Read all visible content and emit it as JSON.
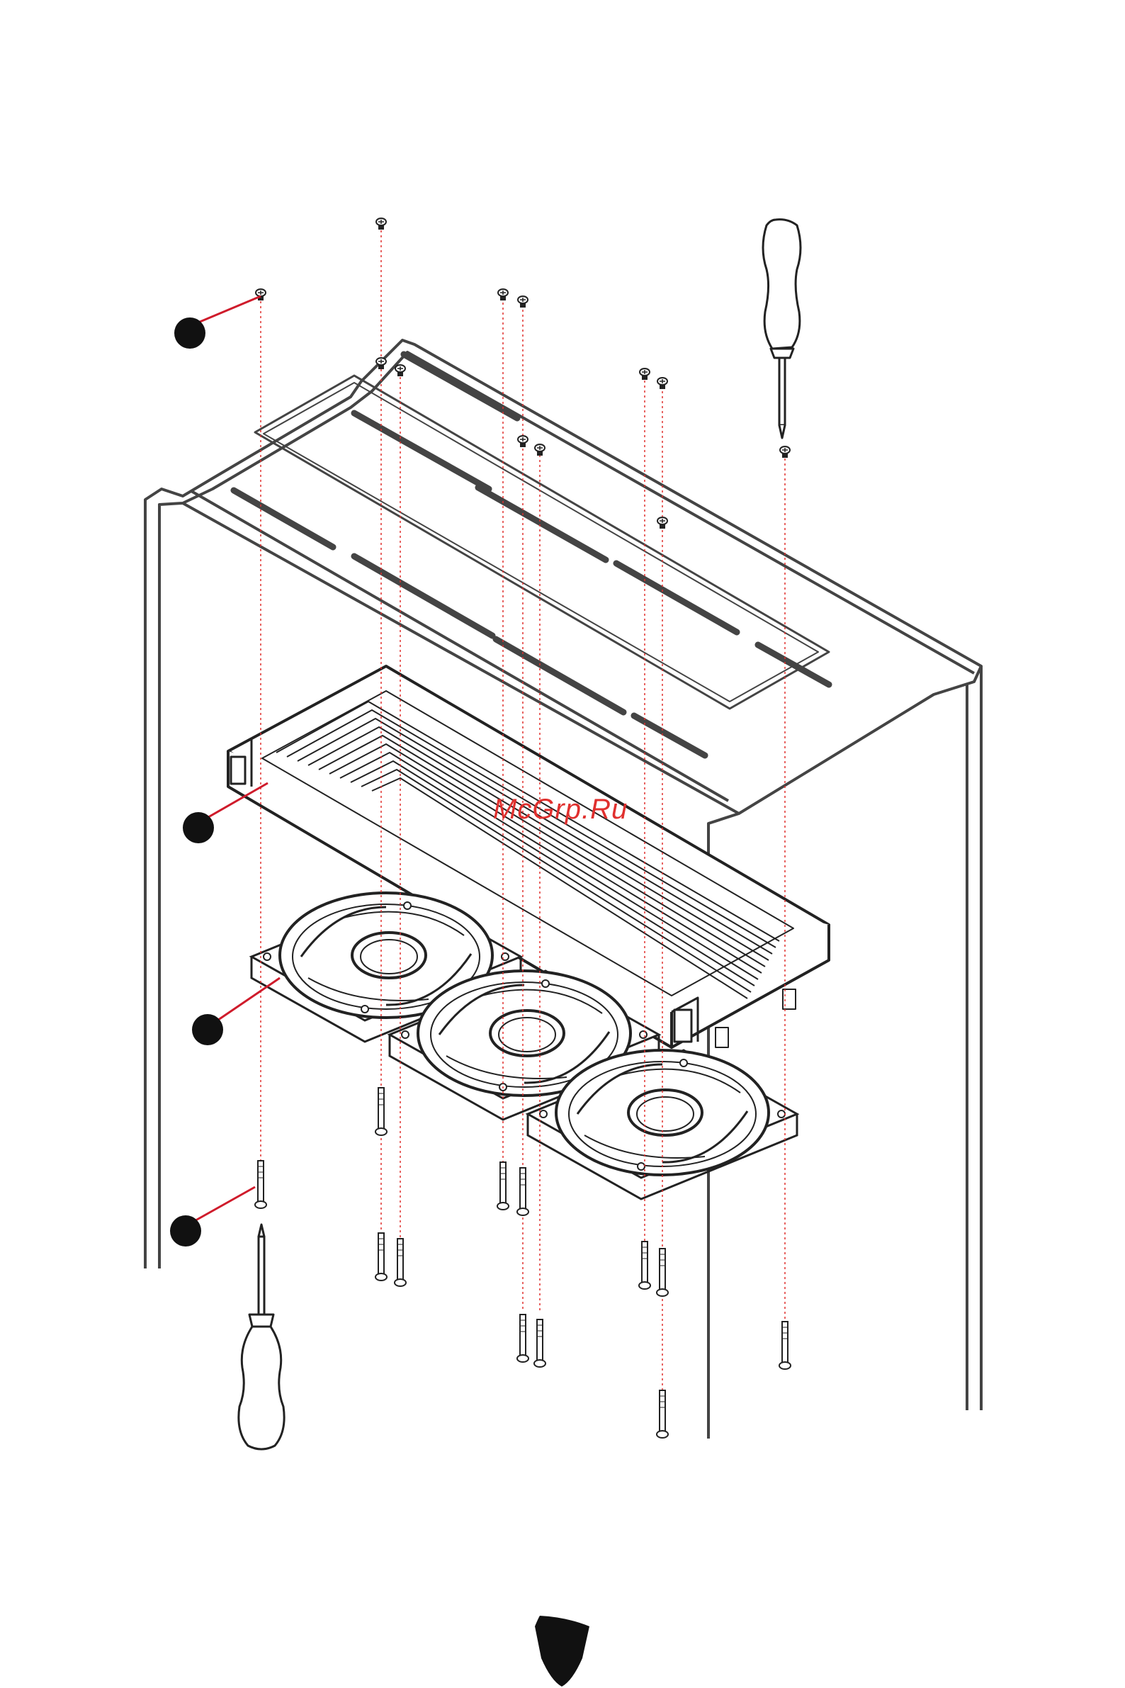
{
  "watermark": {
    "text": "McGrp.Ru",
    "color": "#e0302e"
  },
  "colors": {
    "line": "#3a3a3a",
    "callout": "#cf1b2b",
    "guide": "#e0302e",
    "marker": "#111111"
  },
  "callouts": [
    {
      "id": "1"
    },
    {
      "id": "2"
    },
    {
      "id": "3"
    },
    {
      "id": "4"
    }
  ],
  "icons": [
    "screwdriver-icon",
    "screw-icon",
    "fan-icon",
    "radiator-icon",
    "shield-logo-icon"
  ]
}
